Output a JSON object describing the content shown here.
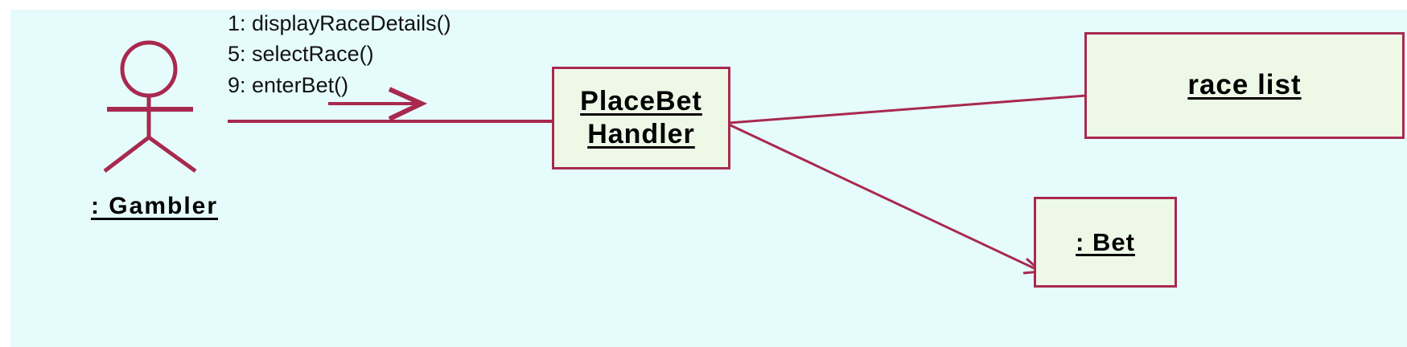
{
  "diagram": {
    "type": "uml-communication-diagram",
    "canvas_background": "#e6fcfc",
    "page_background": "#ffffff",
    "line_color": "#a8294f",
    "node_fill": "#eef8e7",
    "node_border": "#a8294f",
    "text_color": "#000000"
  },
  "actor": {
    "name": "gambler-actor",
    "label": ": Gambler"
  },
  "nodes": [
    {
      "name": "placebet-handler",
      "label_line1": "PlaceBet",
      "label_line2": "Handler"
    },
    {
      "name": "race-list",
      "label": "race list"
    },
    {
      "name": "bet",
      "label": ": Bet"
    }
  ],
  "messages": [
    {
      "sequence": "1",
      "label": "1: displayRaceDetails()"
    },
    {
      "sequence": "5",
      "label": "5: selectRace()"
    },
    {
      "sequence": "9",
      "label": "9: enterBet()"
    }
  ],
  "links": [
    {
      "name": "gambler-to-placebet-handler",
      "from": "gambler-actor",
      "to": "placebet-handler",
      "direction": "right"
    },
    {
      "name": "placebet-handler-to-race-list",
      "from": "placebet-handler",
      "to": "race-list",
      "direction": "none"
    },
    {
      "name": "placebet-handler-to-bet",
      "from": "placebet-handler",
      "to": "bet",
      "direction": "to-bet"
    }
  ]
}
